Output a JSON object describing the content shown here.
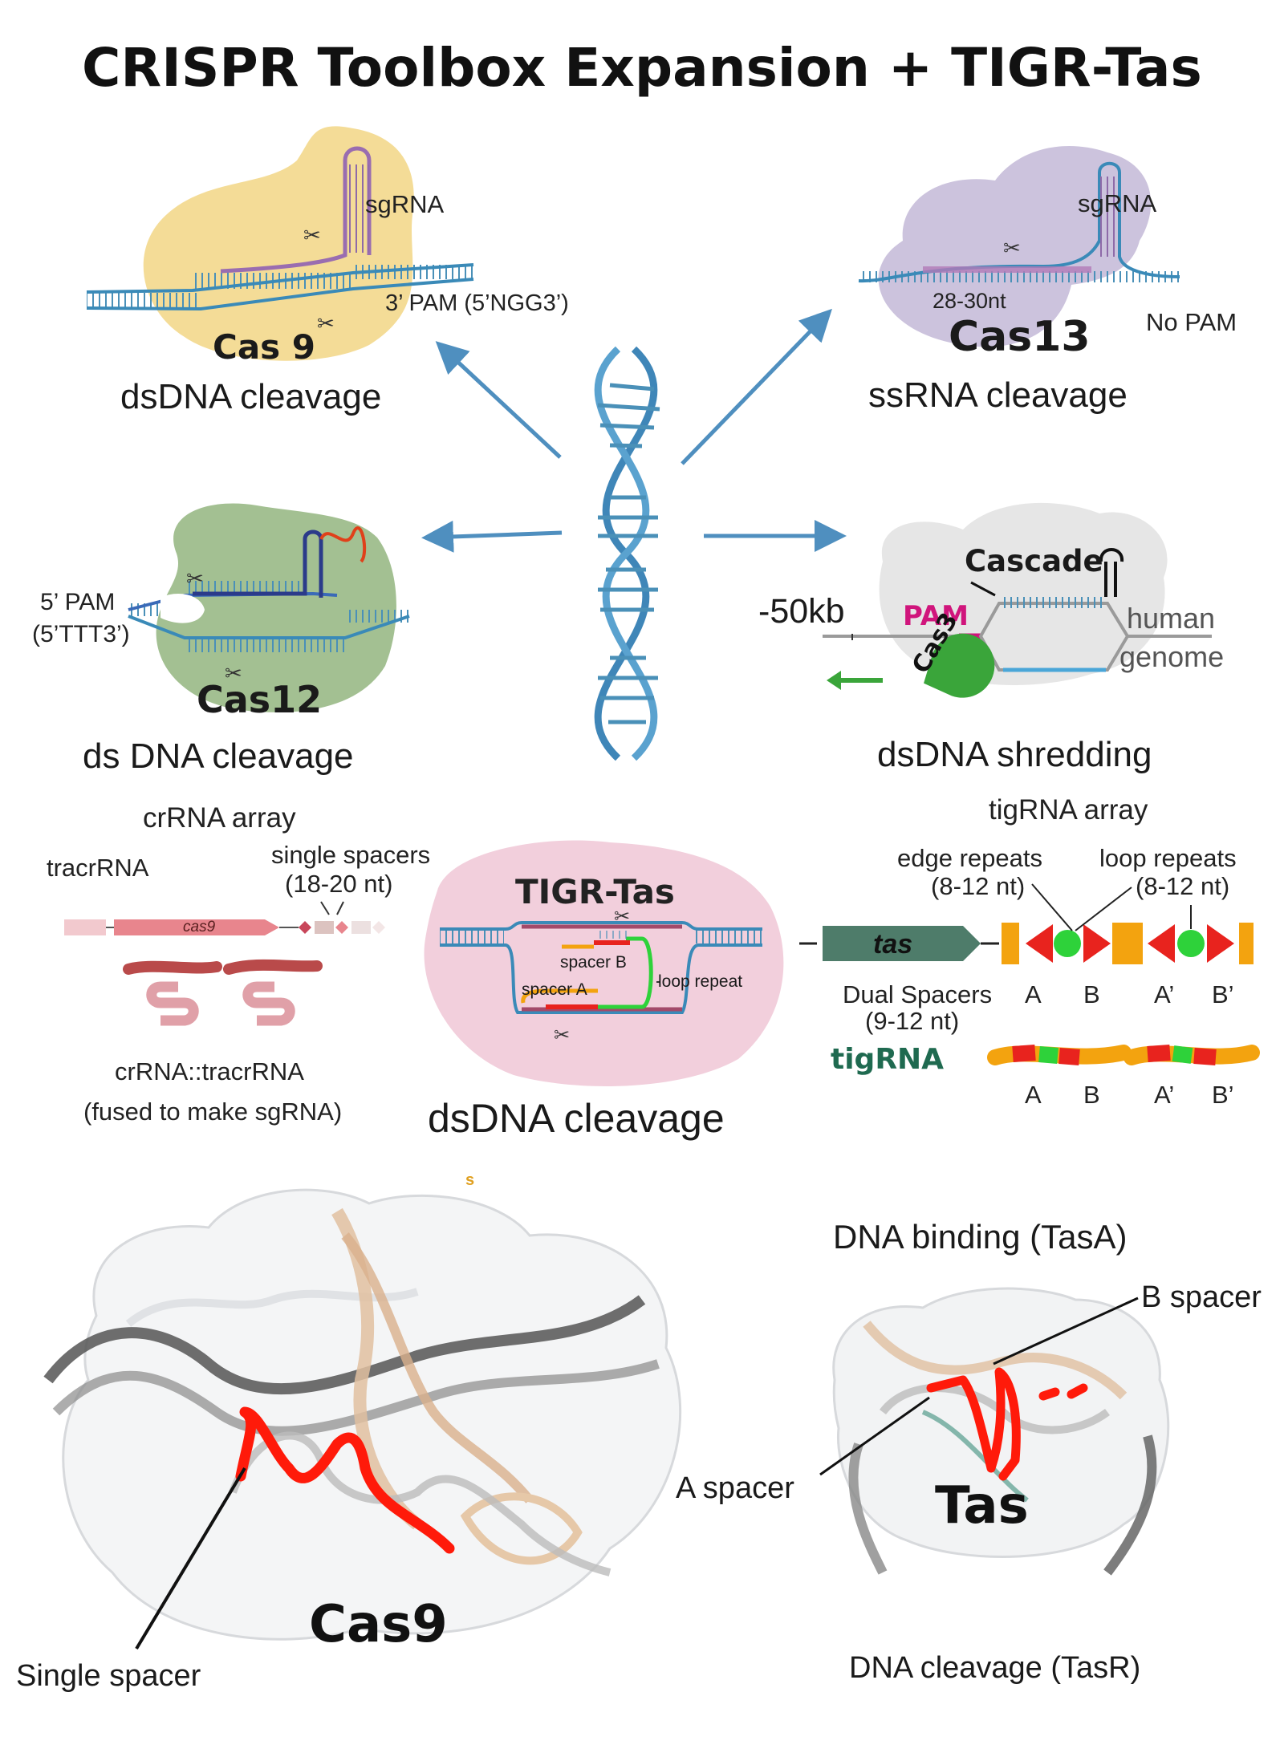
{
  "title": "CRISPR Toolbox Expansion + TIGR-Tas",
  "colors": {
    "dna_blue": "#4a90b8",
    "arrow_blue": "#4f8fbf",
    "cas9_yellow": "#f3d88c",
    "cas13_purple": "#c7bcd9",
    "cas12_green": "#9ebd8c",
    "cascade_gray": "#e6e6e6",
    "tigr_pink": "#f2cfdc",
    "spacer_red": "#e8231e",
    "loop_green": "#2ed23a",
    "repeat_orange": "#f3a30f",
    "pam_magenta": "#d0157c",
    "cas3_green": "#3aa53a",
    "tas_teal": "#4e7c6a"
  },
  "center_icon": "double-helix-icon",
  "cas9_panel": {
    "protein": "Cas 9",
    "guide": "sgRNA",
    "pam": "3’ PAM (5’NGG3’)",
    "caption": "dsDNA cleavage"
  },
  "cas13_panel": {
    "protein": "Cas13",
    "guide": "sgRNA",
    "length": "28-30nt",
    "pam": "No PAM",
    "caption": "ssRNA cleavage"
  },
  "cas12_panel": {
    "protein": "Cas12",
    "pam_line1": "5’ PAM",
    "pam_line2": "(5’TTT3’)",
    "caption": "ds DNA cleavage"
  },
  "cascade_panel": {
    "complex": "Cascade",
    "distance": "-50kb",
    "pam": "PAM",
    "nuclease": "Cas3",
    "genome_line1": "human",
    "genome_line2": "genome",
    "caption": "dsDNA shredding"
  },
  "crrna_panel": {
    "heading": "crRNA array",
    "tracr": "tracrRNA",
    "spacers_line1": "single spacers",
    "spacers_line2": "(18-20 nt)",
    "gene": "cas9",
    "duplex": "crRNA::tracrRNA",
    "fused": "(fused to make sgRNA)"
  },
  "tigr_panel": {
    "name": "TIGR-Tas",
    "spacer_b": "spacer B",
    "spacer_a": "spacer A",
    "loop": "loop repeat",
    "caption": "dsDNA cleavage",
    "stray": "s"
  },
  "tigrna_panel": {
    "heading": "tigRNA array",
    "edge_line1": "edge repeats",
    "edge_line2": "(8-12 nt)",
    "loop_line1": "loop repeats",
    "loop_line2": "(8-12 nt)",
    "gene": "tas",
    "dual_line1": "Dual Spacers",
    "dual_line2": "(9-12 nt)",
    "rna": "tigRNA",
    "positions": [
      "A",
      "B",
      "A’",
      "B’"
    ],
    "positions_rna": [
      "A",
      "B",
      "A’",
      "B’"
    ]
  },
  "structure_left": {
    "protein": "Cas9",
    "label": "Single spacer"
  },
  "structure_right": {
    "top": "DNA binding (TasA)",
    "b_spacer": "B spacer",
    "a_spacer": "A spacer",
    "protein": "Tas",
    "bottom": "DNA cleavage (TasR)"
  }
}
